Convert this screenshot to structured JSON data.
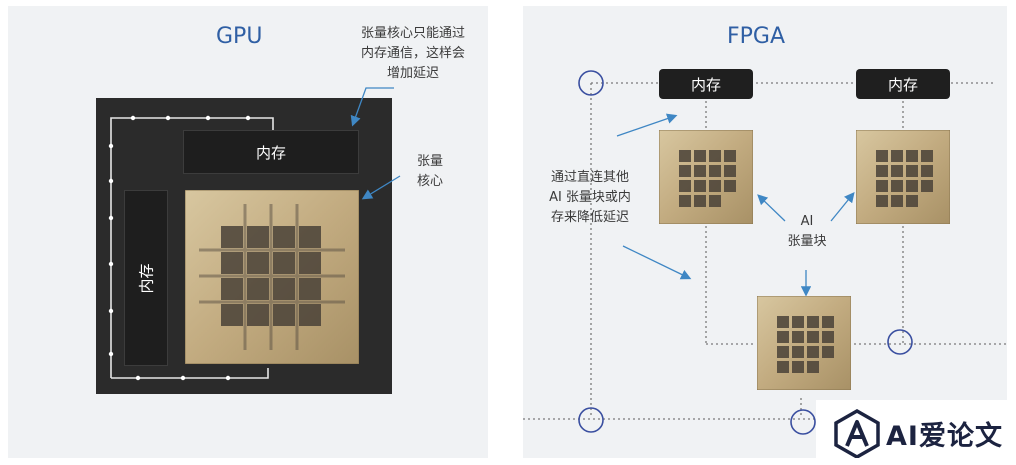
{
  "gpu": {
    "title": "GPU",
    "note_top": [
      "张量核心只能通过",
      "内存通信，这样会",
      "增加延迟"
    ],
    "note_tensor": [
      "张量",
      "核心"
    ],
    "memory_top": "内存",
    "memory_side": "内存"
  },
  "fpga": {
    "title": "FPGA",
    "memory_left": "内存",
    "memory_right": "内存",
    "note_left": [
      "通过直连其他",
      "AI 张量块或内",
      "存来降低延迟"
    ],
    "note_block": [
      "AI",
      "张量块"
    ]
  },
  "watermark": {
    "text": "AI爱论文"
  },
  "colors": {
    "title_blue": "#2f5fa4",
    "arrow_blue": "#3f87c4",
    "chip_gold": "#c8b38a",
    "dark_bg": "#2b2b2b"
  }
}
